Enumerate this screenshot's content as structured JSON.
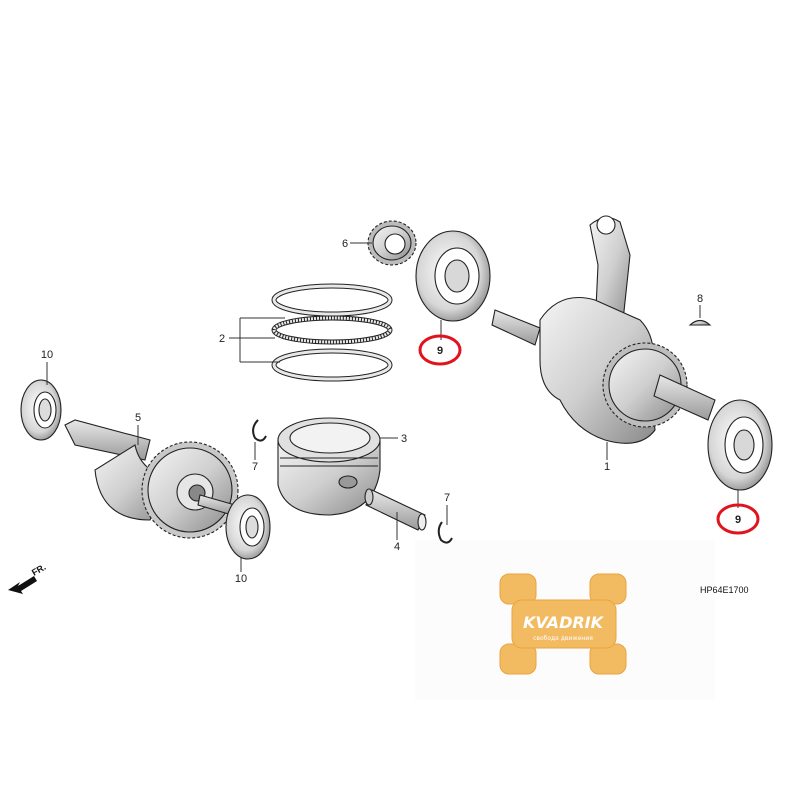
{
  "diagram": {
    "part_numbers": {
      "p1": "1",
      "p2": "2",
      "p3": "3",
      "p4": "4",
      "p5": "5",
      "p6": "6",
      "p7a": "7",
      "p7b": "7",
      "p8": "8",
      "p9a": "9",
      "p9b": "9",
      "p10a": "10",
      "p10b": "10"
    },
    "direction_label": "FR.",
    "drawing_code": "HP64E1700",
    "highlight_color": "#e0141e"
  },
  "watermark": {
    "brand": "KVADRIK",
    "tagline": "свобода движения",
    "color": "#f0a030"
  }
}
